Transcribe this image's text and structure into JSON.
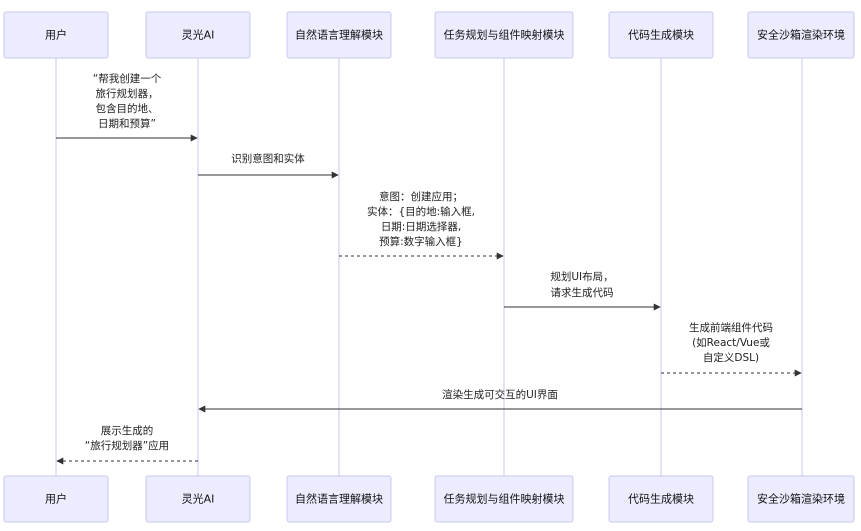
{
  "participants": [
    {
      "id": "user",
      "label": "用户"
    },
    {
      "id": "lingguang",
      "label": "灵光AI"
    },
    {
      "id": "nlu",
      "label": "自然语言理解模块"
    },
    {
      "id": "planner",
      "label": "任务规划与组件映射模块"
    },
    {
      "id": "codegen",
      "label": "代码生成模块"
    },
    {
      "id": "sandbox",
      "label": "安全沙箱渲染环境"
    }
  ],
  "messages": [
    {
      "from": "user",
      "to": "lingguang",
      "style": "solid",
      "lines": [
        "“帮我创建一个",
        "旅行规划器，",
        "包含目的地、",
        "日期和预算”"
      ]
    },
    {
      "from": "lingguang",
      "to": "nlu",
      "style": "solid",
      "lines": [
        "识别意图和实体"
      ]
    },
    {
      "from": "nlu",
      "to": "planner",
      "style": "dashed",
      "lines": [
        "意图：创建应用；",
        "实体：{目的地:输入框,",
        "日期:日期选择器,",
        "预算:数字输入框}"
      ]
    },
    {
      "from": "planner",
      "to": "codegen",
      "style": "solid",
      "lines": [
        "规划UI布局，",
        "请求生成代码"
      ]
    },
    {
      "from": "codegen",
      "to": "sandbox",
      "style": "dashed",
      "lines": [
        "生成前端组件代码",
        "(如React/Vue或",
        "自定义DSL)"
      ]
    },
    {
      "from": "sandbox",
      "to": "lingguang",
      "style": "solid",
      "lines": [
        "渲染生成可交互的UI界面"
      ]
    },
    {
      "from": "lingguang",
      "to": "user",
      "style": "dashed",
      "lines": [
        "展示生成的",
        "“旅行规划器”应用"
      ]
    }
  ]
}
